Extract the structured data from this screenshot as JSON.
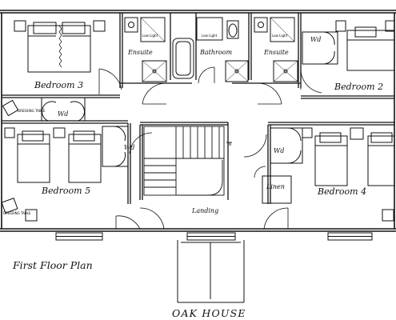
{
  "plan": {
    "title": "First Floor Plan",
    "house_name": "OAK HOUSE"
  },
  "rooms": {
    "bedroom_3": "Bedroom 3",
    "bedroom_2": "Bedroom 2",
    "bedroom_5": "Bedroom 5",
    "bedroom_4": "Bedroom 4",
    "ensuite_left": "Ensuite",
    "bathroom": "Bathroom",
    "ensuite_right": "Ensuite",
    "landing": "Landing",
    "linen": "Linen"
  },
  "fixtures": {
    "wardrobe": "Wd",
    "dressing_table": "DRESSING TABLE",
    "basin": "Low Light",
    "stair_marker": "N"
  }
}
